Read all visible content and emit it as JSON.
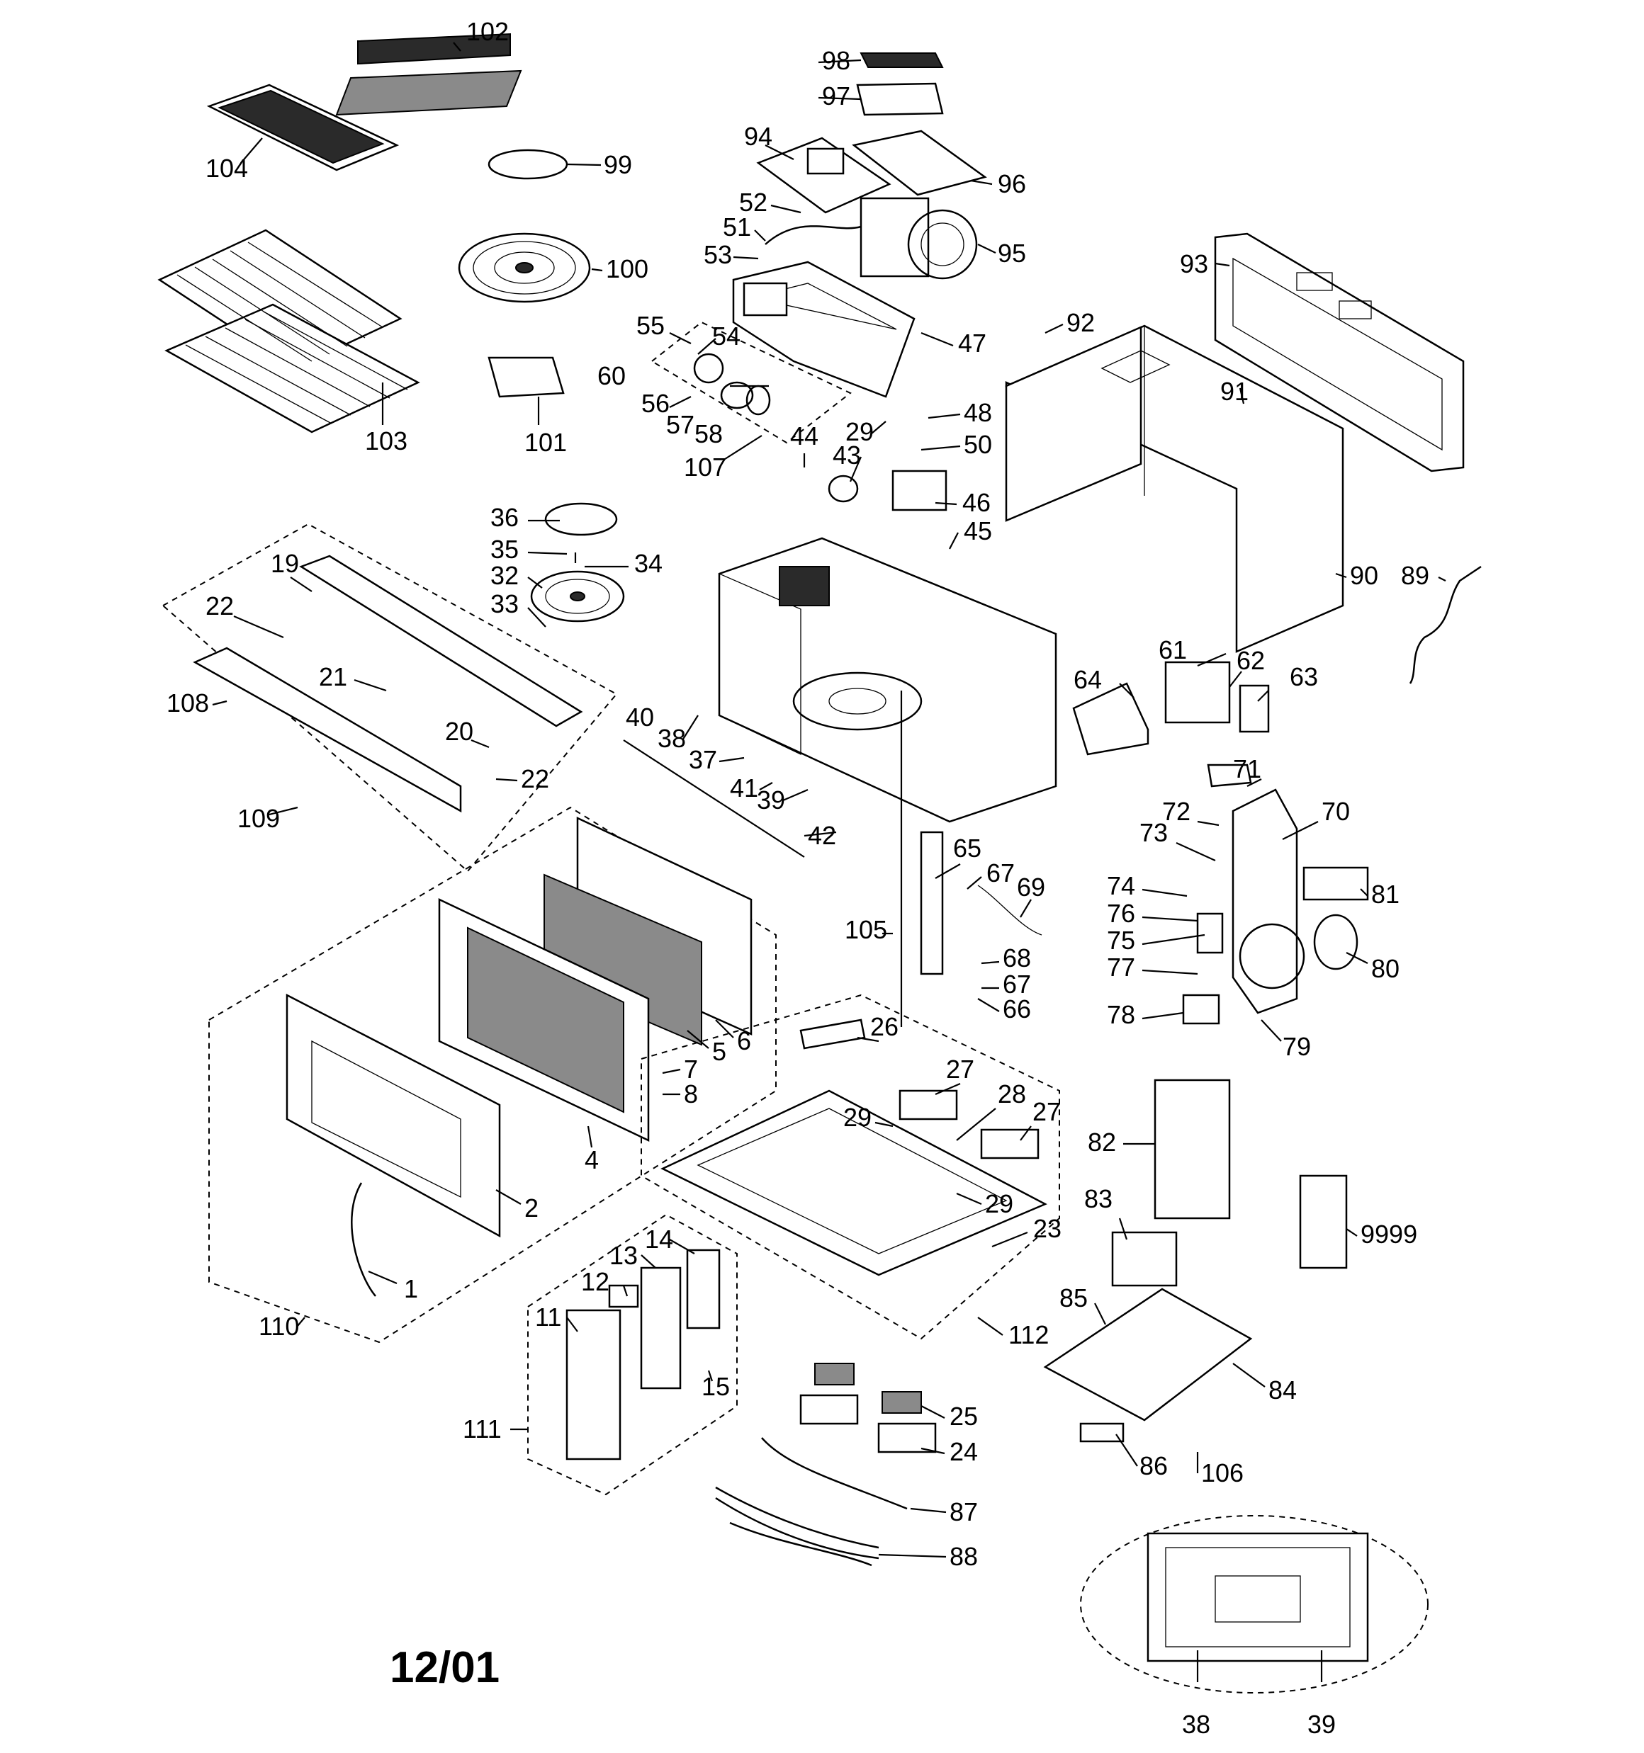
{
  "diagram": {
    "date_code": "12/01",
    "parts": [
      {
        "key": "p1",
        "label": "1"
      },
      {
        "key": "p2",
        "label": "2"
      },
      {
        "key": "p4",
        "label": "4"
      },
      {
        "key": "p5",
        "label": "5"
      },
      {
        "key": "p6",
        "label": "6"
      },
      {
        "key": "p7",
        "label": "7"
      },
      {
        "key": "p8",
        "label": "8"
      },
      {
        "key": "p11",
        "label": "11"
      },
      {
        "key": "p12",
        "label": "12"
      },
      {
        "key": "p13",
        "label": "13"
      },
      {
        "key": "p14",
        "label": "14"
      },
      {
        "key": "p15",
        "label": "15"
      },
      {
        "key": "p19",
        "label": "19"
      },
      {
        "key": "p20",
        "label": "20"
      },
      {
        "key": "p21",
        "label": "21"
      },
      {
        "key": "p22a",
        "label": "22"
      },
      {
        "key": "p22b",
        "label": "22"
      },
      {
        "key": "p23",
        "label": "23"
      },
      {
        "key": "p24",
        "label": "24"
      },
      {
        "key": "p25",
        "label": "25"
      },
      {
        "key": "p26",
        "label": "26"
      },
      {
        "key": "p27a",
        "label": "27"
      },
      {
        "key": "p27b",
        "label": "27"
      },
      {
        "key": "p28",
        "label": "28"
      },
      {
        "key": "p29a",
        "label": "29"
      },
      {
        "key": "p29b",
        "label": "29"
      },
      {
        "key": "p29c",
        "label": "29"
      },
      {
        "key": "p32",
        "label": "32"
      },
      {
        "key": "p33",
        "label": "33"
      },
      {
        "key": "p34",
        "label": "34"
      },
      {
        "key": "p35",
        "label": "35"
      },
      {
        "key": "p36",
        "label": "36"
      },
      {
        "key": "p37",
        "label": "37"
      },
      {
        "key": "p38a",
        "label": "38"
      },
      {
        "key": "p38b",
        "label": "38"
      },
      {
        "key": "p39a",
        "label": "39"
      },
      {
        "key": "p39b",
        "label": "39"
      },
      {
        "key": "p40",
        "label": "40"
      },
      {
        "key": "p41",
        "label": "41"
      },
      {
        "key": "p42",
        "label": "42"
      },
      {
        "key": "p43",
        "label": "43"
      },
      {
        "key": "p44",
        "label": "44"
      },
      {
        "key": "p45",
        "label": "45"
      },
      {
        "key": "p46",
        "label": "46"
      },
      {
        "key": "p47",
        "label": "47"
      },
      {
        "key": "p48",
        "label": "48"
      },
      {
        "key": "p50",
        "label": "50"
      },
      {
        "key": "p51",
        "label": "51"
      },
      {
        "key": "p52",
        "label": "52"
      },
      {
        "key": "p53",
        "label": "53"
      },
      {
        "key": "p54",
        "label": "54"
      },
      {
        "key": "p55",
        "label": "55"
      },
      {
        "key": "p56",
        "label": "56"
      },
      {
        "key": "p57",
        "label": "57"
      },
      {
        "key": "p58",
        "label": "58"
      },
      {
        "key": "p60",
        "label": "60"
      },
      {
        "key": "p61",
        "label": "61"
      },
      {
        "key": "p62",
        "label": "62"
      },
      {
        "key": "p63",
        "label": "63"
      },
      {
        "key": "p64",
        "label": "64"
      },
      {
        "key": "p65",
        "label": "65"
      },
      {
        "key": "p66",
        "label": "66"
      },
      {
        "key": "p67a",
        "label": "67"
      },
      {
        "key": "p67b",
        "label": "67"
      },
      {
        "key": "p68",
        "label": "68"
      },
      {
        "key": "p69",
        "label": "69"
      },
      {
        "key": "p70",
        "label": "70"
      },
      {
        "key": "p71",
        "label": "71"
      },
      {
        "key": "p72",
        "label": "72"
      },
      {
        "key": "p73",
        "label": "73"
      },
      {
        "key": "p74",
        "label": "74"
      },
      {
        "key": "p75",
        "label": "75"
      },
      {
        "key": "p76",
        "label": "76"
      },
      {
        "key": "p77",
        "label": "77"
      },
      {
        "key": "p78",
        "label": "78"
      },
      {
        "key": "p79",
        "label": "79"
      },
      {
        "key": "p80",
        "label": "80"
      },
      {
        "key": "p81",
        "label": "81"
      },
      {
        "key": "p82",
        "label": "82"
      },
      {
        "key": "p83",
        "label": "83"
      },
      {
        "key": "p84",
        "label": "84"
      },
      {
        "key": "p85",
        "label": "85"
      },
      {
        "key": "p86",
        "label": "86"
      },
      {
        "key": "p87",
        "label": "87"
      },
      {
        "key": "p88",
        "label": "88"
      },
      {
        "key": "p89",
        "label": "89"
      },
      {
        "key": "p90",
        "label": "90"
      },
      {
        "key": "p91",
        "label": "91"
      },
      {
        "key": "p92",
        "label": "92"
      },
      {
        "key": "p93",
        "label": "93"
      },
      {
        "key": "p94",
        "label": "94"
      },
      {
        "key": "p95",
        "label": "95"
      },
      {
        "key": "p96",
        "label": "96"
      },
      {
        "key": "p97",
        "label": "97"
      },
      {
        "key": "p98",
        "label": "98"
      },
      {
        "key": "p99",
        "label": "99"
      },
      {
        "key": "p100",
        "label": "100"
      },
      {
        "key": "p101",
        "label": "101"
      },
      {
        "key": "p102",
        "label": "102"
      },
      {
        "key": "p103",
        "label": "103"
      },
      {
        "key": "p104",
        "label": "104"
      },
      {
        "key": "p105",
        "label": "105"
      },
      {
        "key": "p106",
        "label": "106"
      },
      {
        "key": "p107",
        "label": "107"
      },
      {
        "key": "p108",
        "label": "108"
      },
      {
        "key": "p109",
        "label": "109"
      },
      {
        "key": "p110",
        "label": "110"
      },
      {
        "key": "p111",
        "label": "111"
      },
      {
        "key": "p112",
        "label": "112"
      },
      {
        "key": "p9999",
        "label": "9999"
      }
    ]
  }
}
